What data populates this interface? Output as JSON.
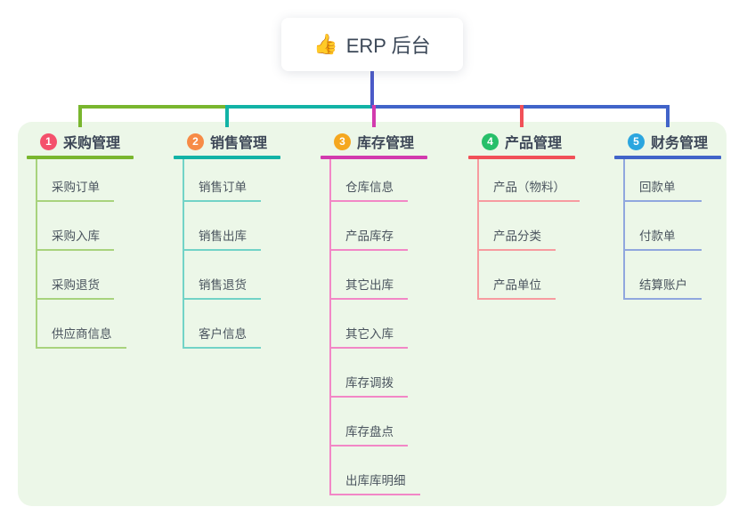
{
  "root": {
    "icon": "thumbs-up",
    "icon_glyph": "👍",
    "label": "ERP 后台"
  },
  "panel_color": "#ecf7e8",
  "connector_color": "#4b5ac8",
  "branches": [
    {
      "badge": "1",
      "label": "采购管理",
      "badge_color": "#f4516c",
      "line_color": "#79b62e",
      "light_color": "#a8d37d",
      "children": [
        "采购订单",
        "采购入库",
        "采购退货",
        "供应商信息"
      ]
    },
    {
      "badge": "2",
      "label": "销售管理",
      "badge_color": "#f78b46",
      "line_color": "#12b3a6",
      "light_color": "#72d3c7",
      "children": [
        "销售订单",
        "销售出库",
        "销售退货",
        "客户信息"
      ]
    },
    {
      "badge": "3",
      "label": "库存管理",
      "badge_color": "#f5a71f",
      "line_color": "#d23aae",
      "light_color": "#f287c6",
      "children": [
        "仓库信息",
        "产品库存",
        "其它出库",
        "其它入库",
        "库存调拨",
        "库存盘点",
        "出库库明细"
      ]
    },
    {
      "badge": "4",
      "label": "产品管理",
      "badge_color": "#27bf69",
      "line_color": "#f15058",
      "light_color": "#f79ba0",
      "children": [
        "产品（物料）",
        "产品分类",
        "产品单位"
      ]
    },
    {
      "badge": "5",
      "label": "财务管理",
      "badge_color": "#2ba6df",
      "line_color": "#4164c9",
      "light_color": "#90a7de",
      "children": [
        "回款单",
        "付款单",
        "结算账户"
      ]
    }
  ]
}
